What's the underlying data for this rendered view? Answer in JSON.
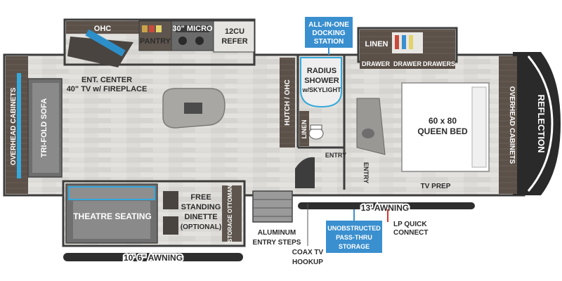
{
  "plan": {
    "brand": "REFLECTION",
    "labels": {
      "ohc": "OHC",
      "pantry": "PANTRY",
      "micro": "30\" MICRO",
      "refer_1": "12CU",
      "refer_2": "REFER",
      "ent_center_1": "ENT. CENTER",
      "ent_center_2": "40\" TV w/ FIREPLACE",
      "overhead_cabinets_left": "OVERHEAD CABINETS",
      "trifold_sofa": "TRI-FOLD SOFA",
      "hutch_ohc": "HUTCH / OHC",
      "radius_shower_1": "RADIUS",
      "radius_shower_2": "SHOWER",
      "radius_shower_3": "w/SKYLIGHT",
      "linen_top": "LINEN",
      "drawer_1": "DRAWER",
      "drawer_2": "DRAWER",
      "drawers": "DRAWERS",
      "linen_side": "LINEN",
      "entry_1": "ENTRY",
      "entry_2": "ENTRY",
      "bed_1": "60 x 80",
      "bed_2": "QUEEN BED",
      "overhead_cabinets_right": "OVERHEAD CABINETS",
      "tv_prep": "TV PREP",
      "theatre_seating": "THEATRE SEATING",
      "dinette_1": "FREE",
      "dinette_2": "STANDING",
      "dinette_3": "DINETTE",
      "dinette_4": "(OPTIONAL)",
      "storage_ottoman": "STORAGE OTTOMAN"
    },
    "callouts": {
      "docking_1": "ALL-IN-ONE",
      "docking_2": "DOCKING",
      "docking_3": "STATION",
      "passthru_1": "UNOBSTRUCTED",
      "passthru_2": "PASS-THRU",
      "passthru_3": "STORAGE",
      "lp_1": "LP QUICK",
      "lp_2": "CONNECT",
      "steps_1": "ALUMINUM",
      "steps_2": "ENTRY STEPS",
      "coax_1": "COAX TV",
      "coax_2": "HOOKUP"
    },
    "awnings": {
      "main": "13' AWNING",
      "slide": "10' 6\" AWNING"
    },
    "colors": {
      "floor": "#dcdad6",
      "wall": "#4a4a4a",
      "cabinet": "#5a5048",
      "accent_blue": "#35a8dc",
      "callout_bg": "#3a8fcf",
      "awning": "#2e2e2e",
      "lp_red": "#d9342b"
    }
  }
}
